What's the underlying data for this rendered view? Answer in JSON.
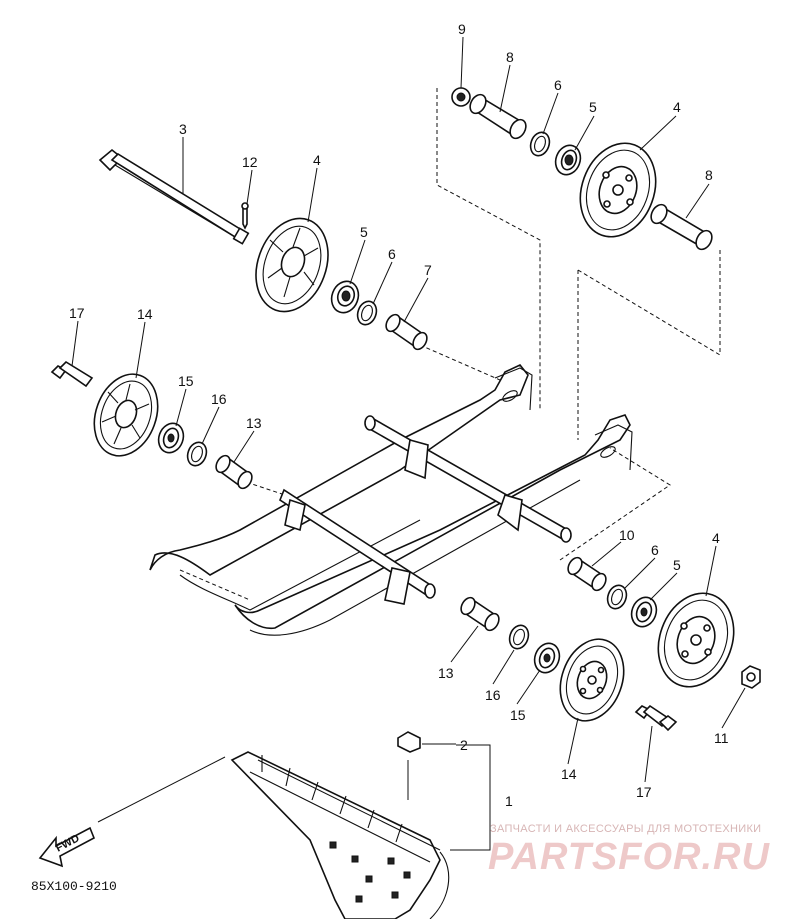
{
  "diagram": {
    "callouts": [
      {
        "id": "c9",
        "label": "9"
      },
      {
        "id": "c8a",
        "label": "8"
      },
      {
        "id": "c6a",
        "label": "6"
      },
      {
        "id": "c5a",
        "label": "5"
      },
      {
        "id": "c4a",
        "label": "4"
      },
      {
        "id": "c8b",
        "label": "8"
      },
      {
        "id": "c3",
        "label": "3"
      },
      {
        "id": "c12",
        "label": "12"
      },
      {
        "id": "c4b",
        "label": "4"
      },
      {
        "id": "c5b",
        "label": "5"
      },
      {
        "id": "c6b",
        "label": "6"
      },
      {
        "id": "c7",
        "label": "7"
      },
      {
        "id": "c17a",
        "label": "17"
      },
      {
        "id": "c14a",
        "label": "14"
      },
      {
        "id": "c15a",
        "label": "15"
      },
      {
        "id": "c16a",
        "label": "16"
      },
      {
        "id": "c13a",
        "label": "13"
      },
      {
        "id": "c10",
        "label": "10"
      },
      {
        "id": "c6c",
        "label": "6"
      },
      {
        "id": "c5c",
        "label": "5"
      },
      {
        "id": "c4c",
        "label": "4"
      },
      {
        "id": "c13b",
        "label": "13"
      },
      {
        "id": "c16b",
        "label": "16"
      },
      {
        "id": "c15b",
        "label": "15"
      },
      {
        "id": "c14b",
        "label": "14"
      },
      {
        "id": "c17b",
        "label": "17"
      },
      {
        "id": "c11",
        "label": "11"
      },
      {
        "id": "c2",
        "label": "2"
      },
      {
        "id": "c1",
        "label": "1"
      }
    ],
    "fwd_label": "FWD",
    "diagram_code": "85X100-9210"
  },
  "watermark": {
    "tagline": "ЗАПЧАСТИ И АКСЕССУАРЫ ДЛЯ МОТОТЕХНИКИ",
    "brand": "PARTSFOR.RU"
  }
}
